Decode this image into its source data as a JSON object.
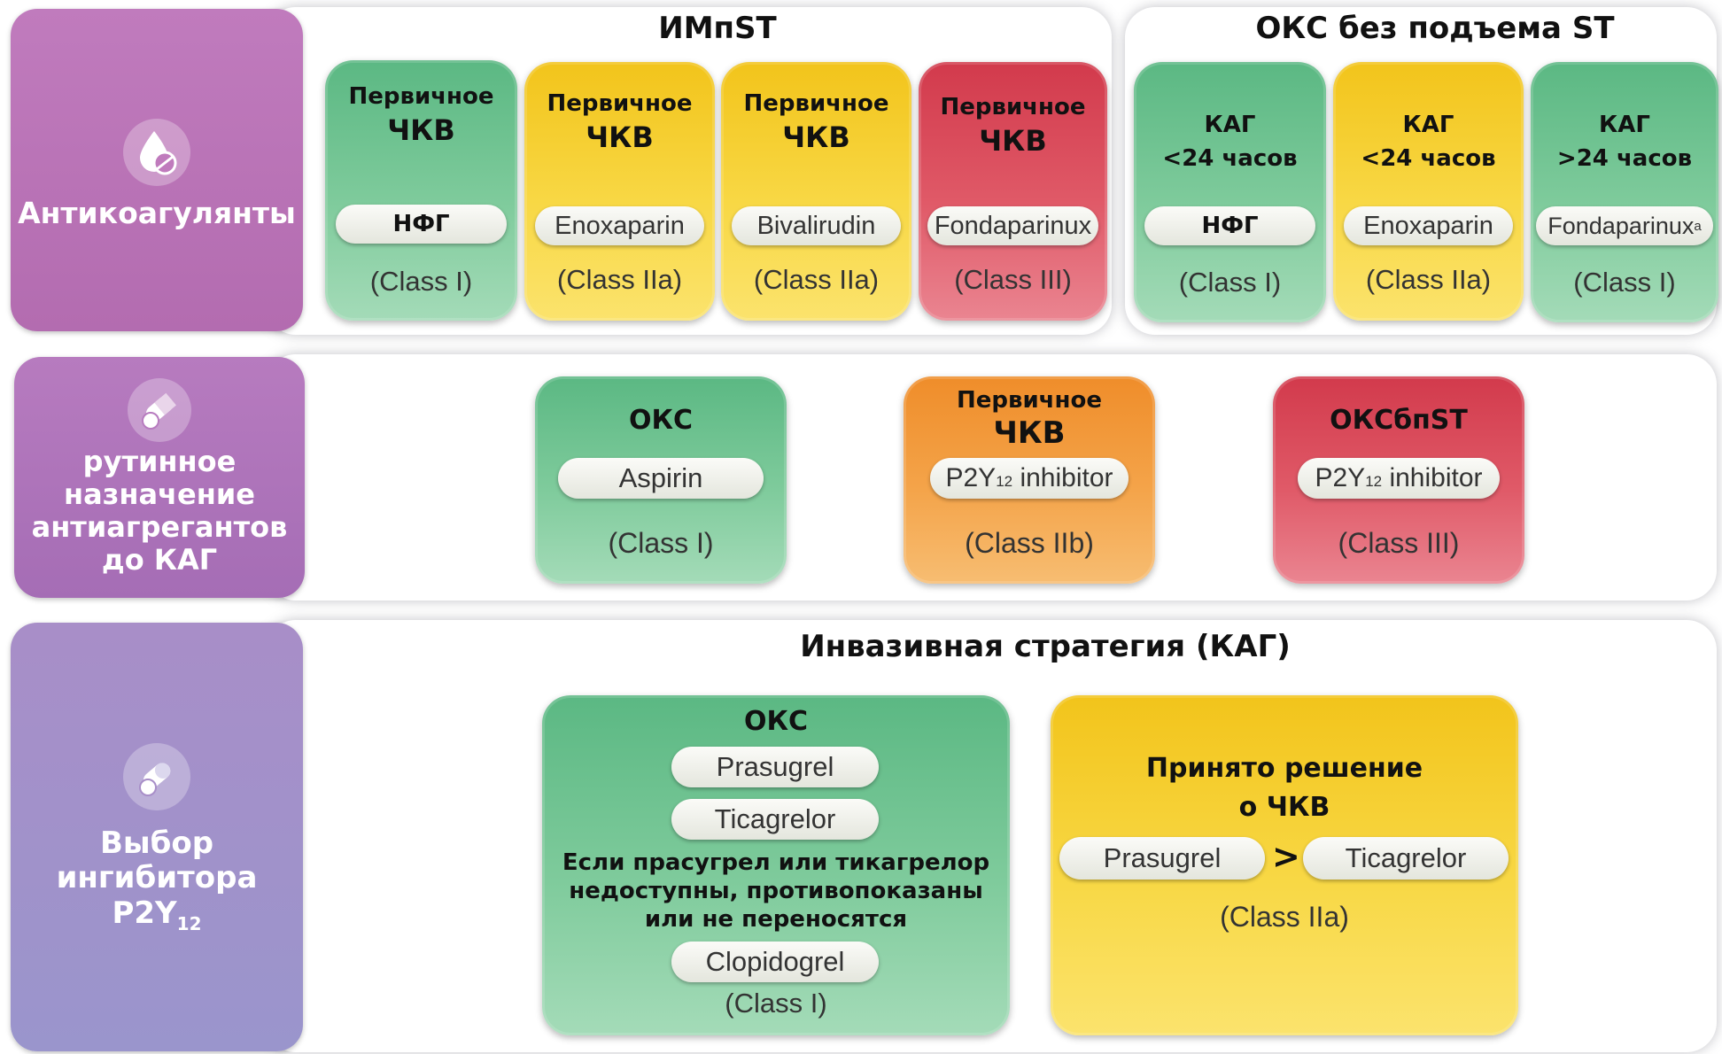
{
  "rows": {
    "anticoag": {
      "label": "Антикоагулянты",
      "groups": [
        {
          "title": "ИМпST"
        },
        {
          "title": "ОКС без подъема ST"
        }
      ],
      "cards": [
        {
          "title1": "Первичное",
          "title2": "ЧКВ",
          "drug": "НФГ",
          "cls": "(Class I)",
          "color": "green"
        },
        {
          "title1": "Первичное",
          "title2": "ЧКВ",
          "drug": "Enoxaparin",
          "cls": "(Class IIa)",
          "color": "yellow"
        },
        {
          "title1": "Первичное",
          "title2": "ЧКВ",
          "drug": "Bivalirudin",
          "cls": "(Class IIa)",
          "color": "yellow"
        },
        {
          "title1": "Первичное",
          "title2": "ЧКВ",
          "drug": "Fondaparinux",
          "cls": "(Class III)",
          "color": "red"
        },
        {
          "title1": "КАГ",
          "title2": "<24 часов",
          "drug": "НФГ",
          "cls": "(Class I)",
          "color": "green"
        },
        {
          "title1": "КАГ",
          "title2": "<24 часов",
          "drug": "Enoxaparin",
          "cls": "(Class IIa)",
          "color": "yellow"
        },
        {
          "title1": "КАГ",
          "title2": ">24 часов",
          "drug": "Fondaparinux",
          "sup": "a",
          "cls": "(Class I)",
          "color": "green"
        }
      ]
    },
    "pretreat": {
      "label_lines": [
        "рутинное",
        "назначение",
        "антиагрегантов",
        "до КАГ"
      ],
      "cards": [
        {
          "title1": "ОКС",
          "drug": "Aspirin",
          "cls": "(Class I)",
          "color": "green"
        },
        {
          "title1": "Первичное",
          "title2": "ЧКВ",
          "drug_main": "P2Y",
          "drug_sub": "12",
          "drug_rest": " inhibitor",
          "cls": "(Class IIb)",
          "color": "orange"
        },
        {
          "title1": "ОКСбпST",
          "drug_main": "P2Y",
          "drug_sub": "12",
          "drug_rest": " inhibitor",
          "cls": "(Class III)",
          "color": "red"
        }
      ]
    },
    "p2y12": {
      "label_lines": [
        "Выбор",
        "ингибитора"
      ],
      "label_p2y": "P2Y",
      "label_sub": "12",
      "title": "Инвазивная стратегия (КАГ)",
      "left": {
        "title": "ОКС",
        "drug1": "Prasugrel",
        "drug2": "Ticagrelor",
        "note_lines": [
          "Если прасугрел или тикагрелор",
          "недоступны, противопоказаны",
          "или не переносятся"
        ],
        "drug3": "Clopidogrel",
        "cls": "(Class I)"
      },
      "right": {
        "title_lines": [
          "Принято решение",
          "о ЧКВ"
        ],
        "drug1": "Prasugrel",
        "gt": ">",
        "drug2": "Ticagrelor",
        "cls": "(Class IIa)"
      }
    }
  },
  "icons": [
    "drop-pill-icon",
    "capsule-pill-icon",
    "capsule-pill-icon"
  ],
  "colors": {
    "green": "#5bb883",
    "yellow": "#f2c41b",
    "red": "#d23a4c",
    "orange": "#ef8d2a",
    "purple": "#b36cb0"
  }
}
